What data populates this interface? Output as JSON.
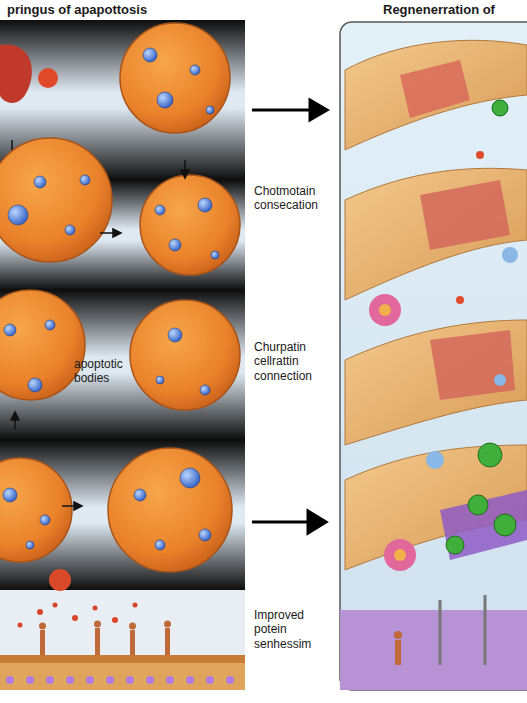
{
  "diagram": {
    "labels": [
      "pringus of apapottosis",
      "Regnenerration of",
      "Chotmotain consecation",
      "apoptotic bodies",
      "Churpatin cellrattin connection",
      "Improved potein senhessim"
    ]
  }
}
